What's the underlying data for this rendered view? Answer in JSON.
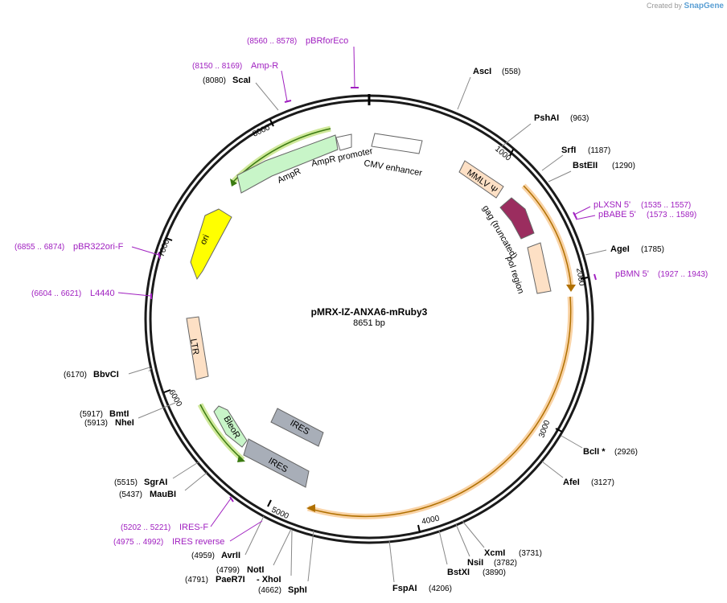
{
  "watermark": {
    "prefix": "Created by",
    "brand": "SnapGene"
  },
  "plasmid": {
    "name": "pMRX-IZ-ANXA6-mRuby3",
    "size_label": "8651 bp"
  },
  "ticks": [
    "1000",
    "2000",
    "3000",
    "4000",
    "5000",
    "6000",
    "7000",
    "8000"
  ],
  "enzymes": [
    {
      "name": "AscI",
      "pos": "(558)"
    },
    {
      "name": "PshAI",
      "pos": "(963)"
    },
    {
      "name": "SrfI",
      "pos": "(1187)"
    },
    {
      "name": "BstEII",
      "pos": "(1290)"
    },
    {
      "name": "AgeI",
      "pos": "(1785)"
    },
    {
      "name": "BclI *",
      "pos": "(2926)"
    },
    {
      "name": "AfeI",
      "pos": "(3127)"
    },
    {
      "name": "XcmI",
      "pos": "(3731)"
    },
    {
      "name": "NsiI",
      "pos": "(3782)"
    },
    {
      "name": "BstXI",
      "pos": "(3890)"
    },
    {
      "name": "FspAI",
      "pos": "(4206)"
    },
    {
      "name": "SphI",
      "pos": "(4662)"
    },
    {
      "name": "- XhoI",
      "pos": ""
    },
    {
      "name": "PaeR7I",
      "pos": "(4791)"
    },
    {
      "name": "NotI",
      "pos": "(4799)"
    },
    {
      "name": "AvrII",
      "pos": "(4959)"
    },
    {
      "name": "MauBI",
      "pos": "(5437)"
    },
    {
      "name": "SgrAI",
      "pos": "(5515)"
    },
    {
      "name": "NheI",
      "pos": "(5913)"
    },
    {
      "name": "BmtI",
      "pos": "(5917)"
    },
    {
      "name": "BbvCI",
      "pos": "(6170)"
    },
    {
      "name": "ScaI",
      "pos": "(8080)"
    }
  ],
  "primers": [
    {
      "name": "pBRforEco",
      "pos": "(8560 .. 8578)"
    },
    {
      "name": "Amp-R",
      "pos": "(8150 .. 8169)"
    },
    {
      "name": "pLXSN 5'",
      "pos": "(1535 .. 1557)"
    },
    {
      "name": "pBABE 5'",
      "pos": "(1573 .. 1589)"
    },
    {
      "name": "pBMN 5'",
      "pos": "(1927 .. 1943)"
    },
    {
      "name": "pBR322ori-F",
      "pos": "(6855 .. 6874)"
    },
    {
      "name": "L4440",
      "pos": "(6604 .. 6621)"
    },
    {
      "name": "IRES-F",
      "pos": "(5202 .. 5221)"
    },
    {
      "name": "IRES reverse",
      "pos": "(4975 .. 4992)"
    }
  ],
  "features": {
    "cmv_enhancer": "CMV enhancer",
    "mmlv_psi": "MMLV Ψ",
    "gag_truncated": "gag (truncated)",
    "pol_region": "pol region",
    "ltr": "LTR",
    "ires_inner": "IRES",
    "ires_outer": "IRES",
    "bleor": "BleoR",
    "ori": "ori",
    "ampr": "AmpR",
    "ampr_promoter": "AmpR promoter"
  },
  "colors": {
    "backbone": "#1a1a1a",
    "primer": "#a020c0",
    "cmv": "#ffffff",
    "mmlv": "#fde0c5",
    "gag": "#9b2d5f",
    "pol": "#fde0c5",
    "ltr": "#fde0c5",
    "ires": "#a8aeb8",
    "bleor": "#c8f5c8",
    "ori": "#ffff00",
    "ampr": "#c8f5c8",
    "ampr_promoter": "#ffffff",
    "orf_orange": "#f0a020",
    "orf_green": "#5aa82a"
  }
}
